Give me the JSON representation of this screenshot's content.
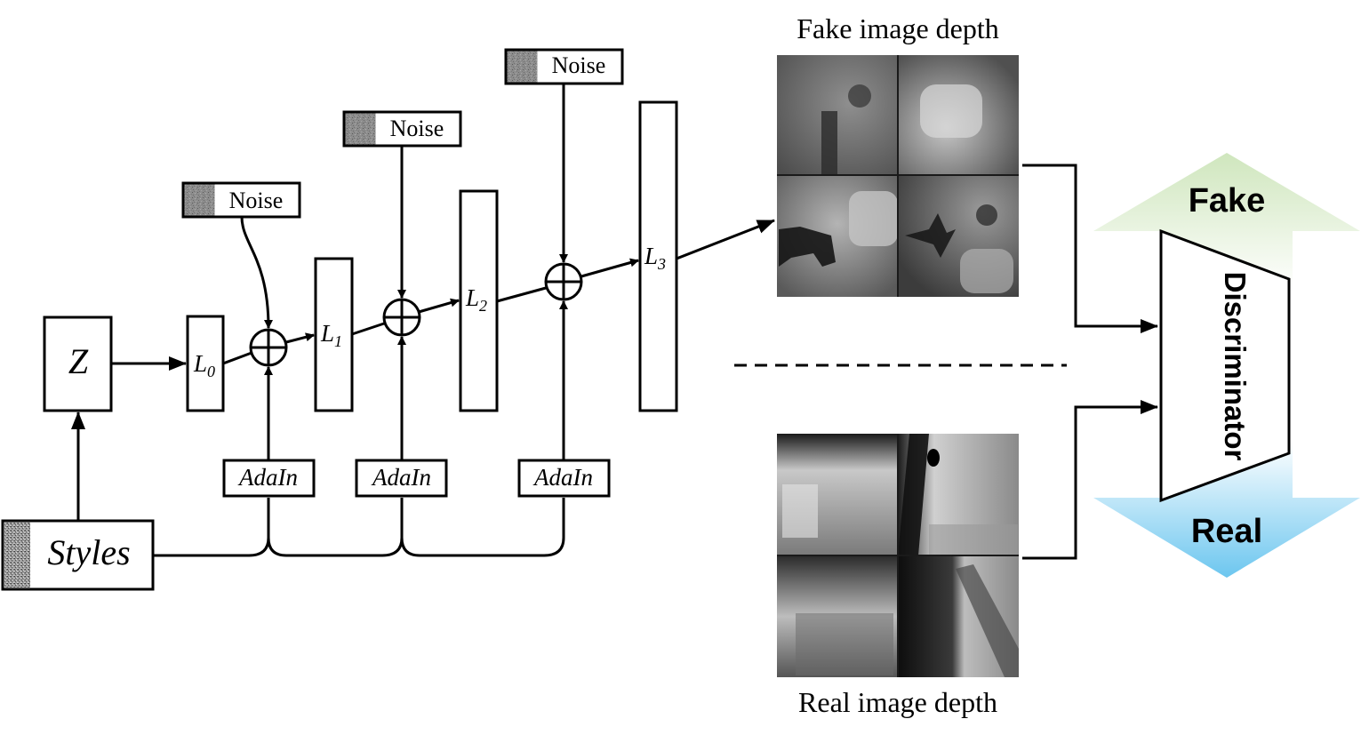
{
  "labels": {
    "z": "Z",
    "styles": "Styles",
    "noise": "Noise",
    "adain": "AdaIn",
    "l_letter": "L",
    "l0_sub": "0",
    "l1_sub": "1",
    "l2_sub": "2",
    "l3_sub": "3",
    "fake_image_depth": "Fake image depth",
    "real_image_depth": "Real image depth",
    "discriminator": "Discriminator",
    "fake": "Fake",
    "real": "Real"
  },
  "colors": {
    "fake_arrow_top": "#cfe6bd",
    "fake_arrow_bottom": "#ffffff",
    "real_arrow_top": "#ffffff",
    "real_arrow_bottom": "#6cc6ef",
    "stroke": "#000000",
    "noise_fill": "#8a8a8a"
  }
}
